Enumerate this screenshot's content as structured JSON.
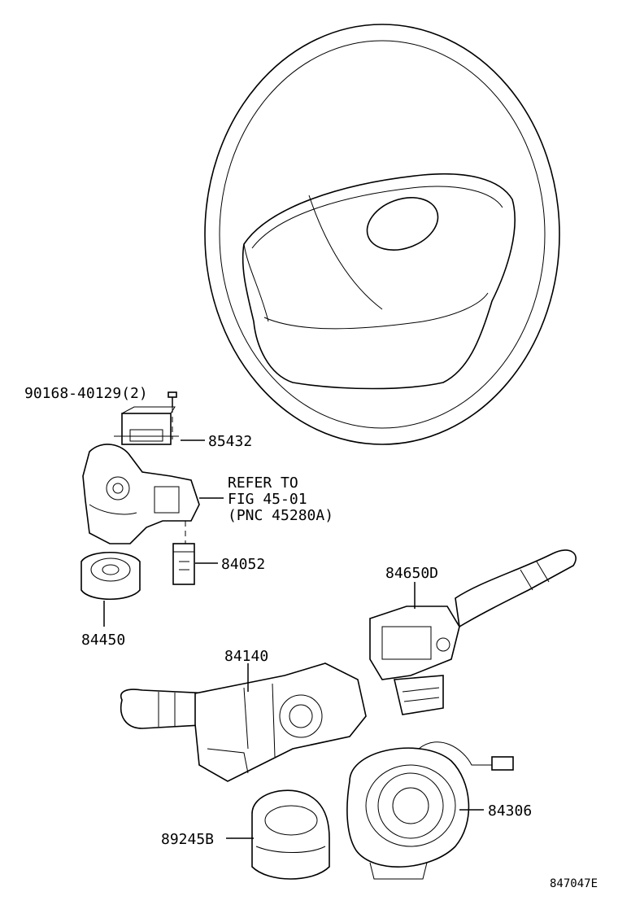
{
  "labels": {
    "bolt": "90168-40129(2)",
    "p85432": "85432",
    "refer_line1": "REFER TO",
    "refer_line2": "FIG 45-01",
    "refer_line3": "(PNC 45280A)",
    "p84052": "84052",
    "p84450": "84450",
    "p84650d": "84650D",
    "p84140": "84140",
    "p89245b": "89245B",
    "p84306": "84306",
    "figure_code": "847047E"
  }
}
